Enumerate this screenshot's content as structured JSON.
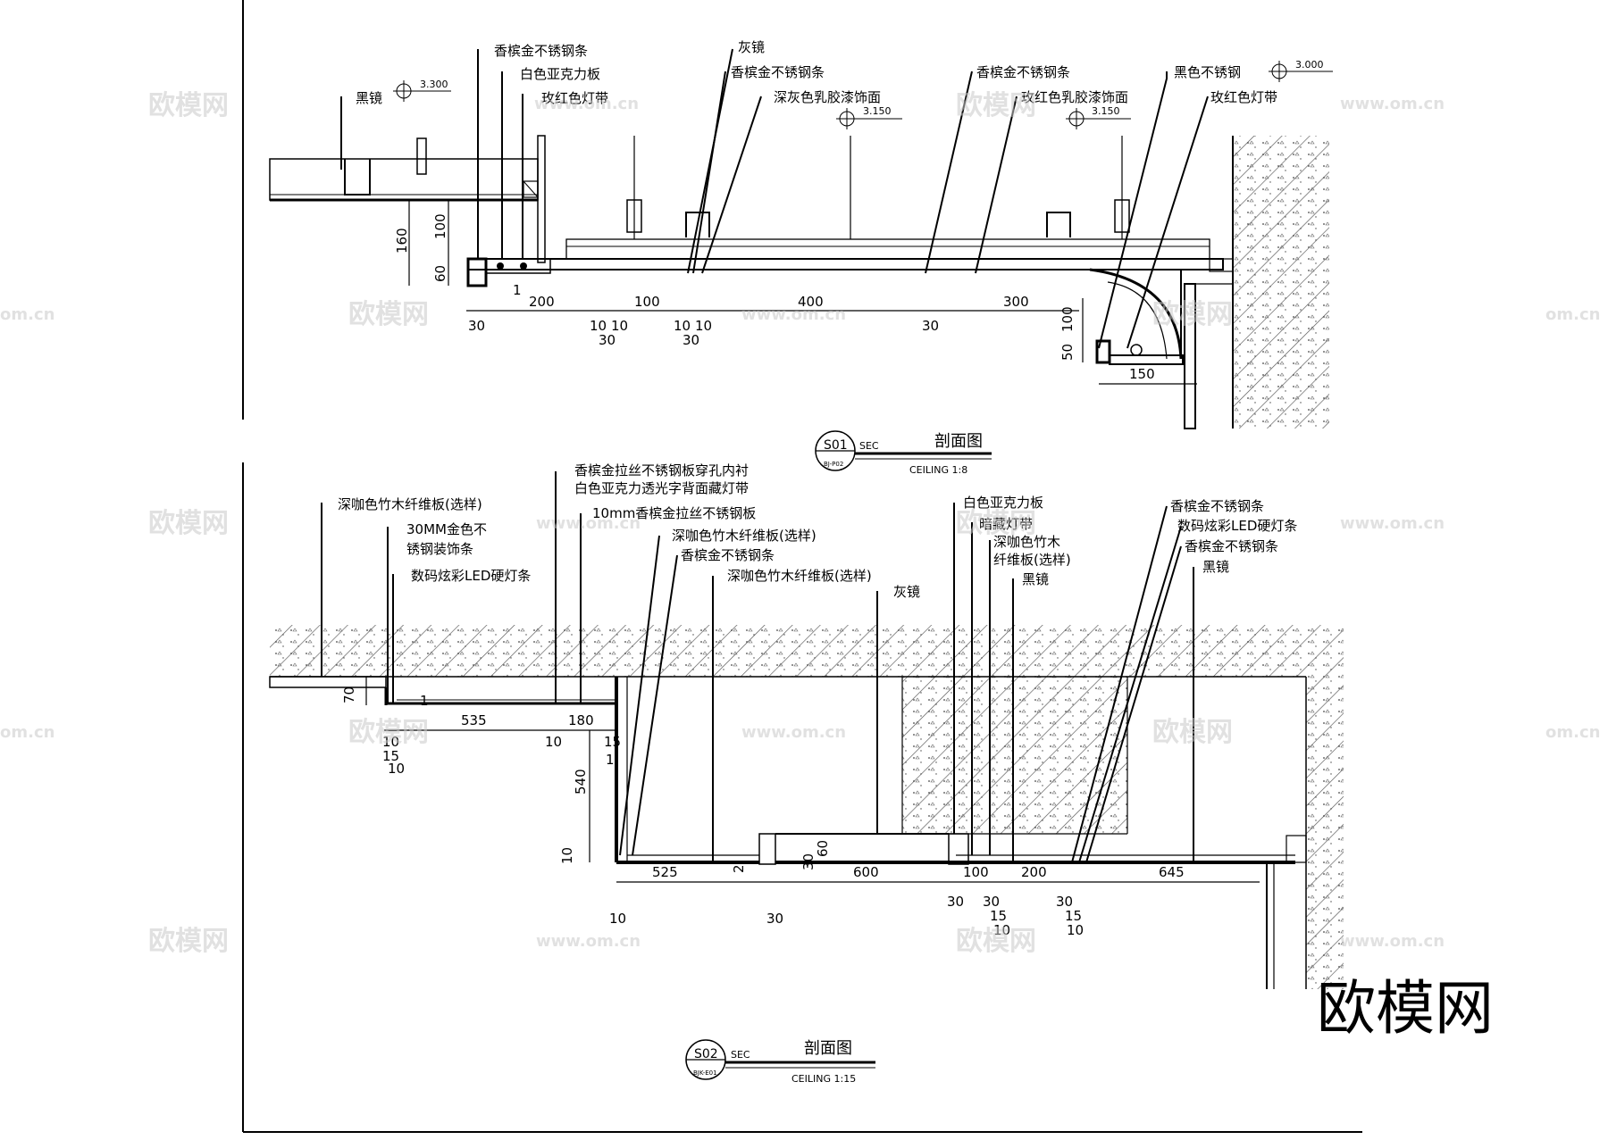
{
  "watermark": {
    "brand": "欧模网",
    "site": "www.om.cn",
    "site_short": "om.cn"
  },
  "section1": {
    "code": "S01",
    "tag": "SEC",
    "sheet": "BJ-P02",
    "title": "剖面图",
    "scale": "CEILING 1:8",
    "callouts": [
      "香槟金不锈钢条",
      "白色亚克力板",
      "玫红色灯带",
      "灰镜",
      "香槟金不锈钢条",
      "深灰色乳胶漆饰面",
      "香槟金不锈钢条",
      "玫红色乳胶漆饰面",
      "黑色不锈钢",
      "玫红色灯带",
      "黑镜"
    ],
    "levels": [
      "3.300",
      "3.150",
      "3.150",
      "3.000"
    ],
    "dims": [
      "200",
      "100",
      "400",
      "300",
      "30",
      "10",
      "10",
      "30",
      "10",
      "10",
      "30",
      "30",
      "150",
      "160",
      "100",
      "60",
      "100",
      "50",
      "1"
    ]
  },
  "section2": {
    "code": "S02",
    "tag": "SEC",
    "sheet": "BJK-E01",
    "title": "剖面图",
    "scale": "CEILING 1:15",
    "callouts": [
      "深咖色竹木纤维板(选样)",
      "30MM金色不",
      "锈钢装饰条",
      "数码炫彩LED硬灯条",
      "香槟金拉丝不锈钢板穿孔内衬",
      "白色亚克力透光字背面藏灯带",
      "10mm香槟金拉丝不锈钢板",
      "深咖色竹木纤维板(选样)",
      "香槟金不锈钢条",
      "深咖色竹木纤维板(选样)",
      "灰镜",
      "白色亚克力板",
      "暗藏灯带",
      "深咖色竹木",
      "纤维板(选样)",
      "黑镜",
      "香槟金不锈钢条",
      "数码炫彩LED硬灯条",
      "香槟金不锈钢条",
      "黑镜"
    ],
    "dims": [
      "535",
      "180",
      "540",
      "525",
      "600",
      "100",
      "200",
      "645",
      "70",
      "10",
      "15",
      "10",
      "10",
      "15",
      "1",
      "1",
      "10",
      "30",
      "60",
      "2",
      "30",
      "30",
      "15",
      "10",
      "30",
      "15",
      "10",
      "10",
      "30"
    ]
  }
}
